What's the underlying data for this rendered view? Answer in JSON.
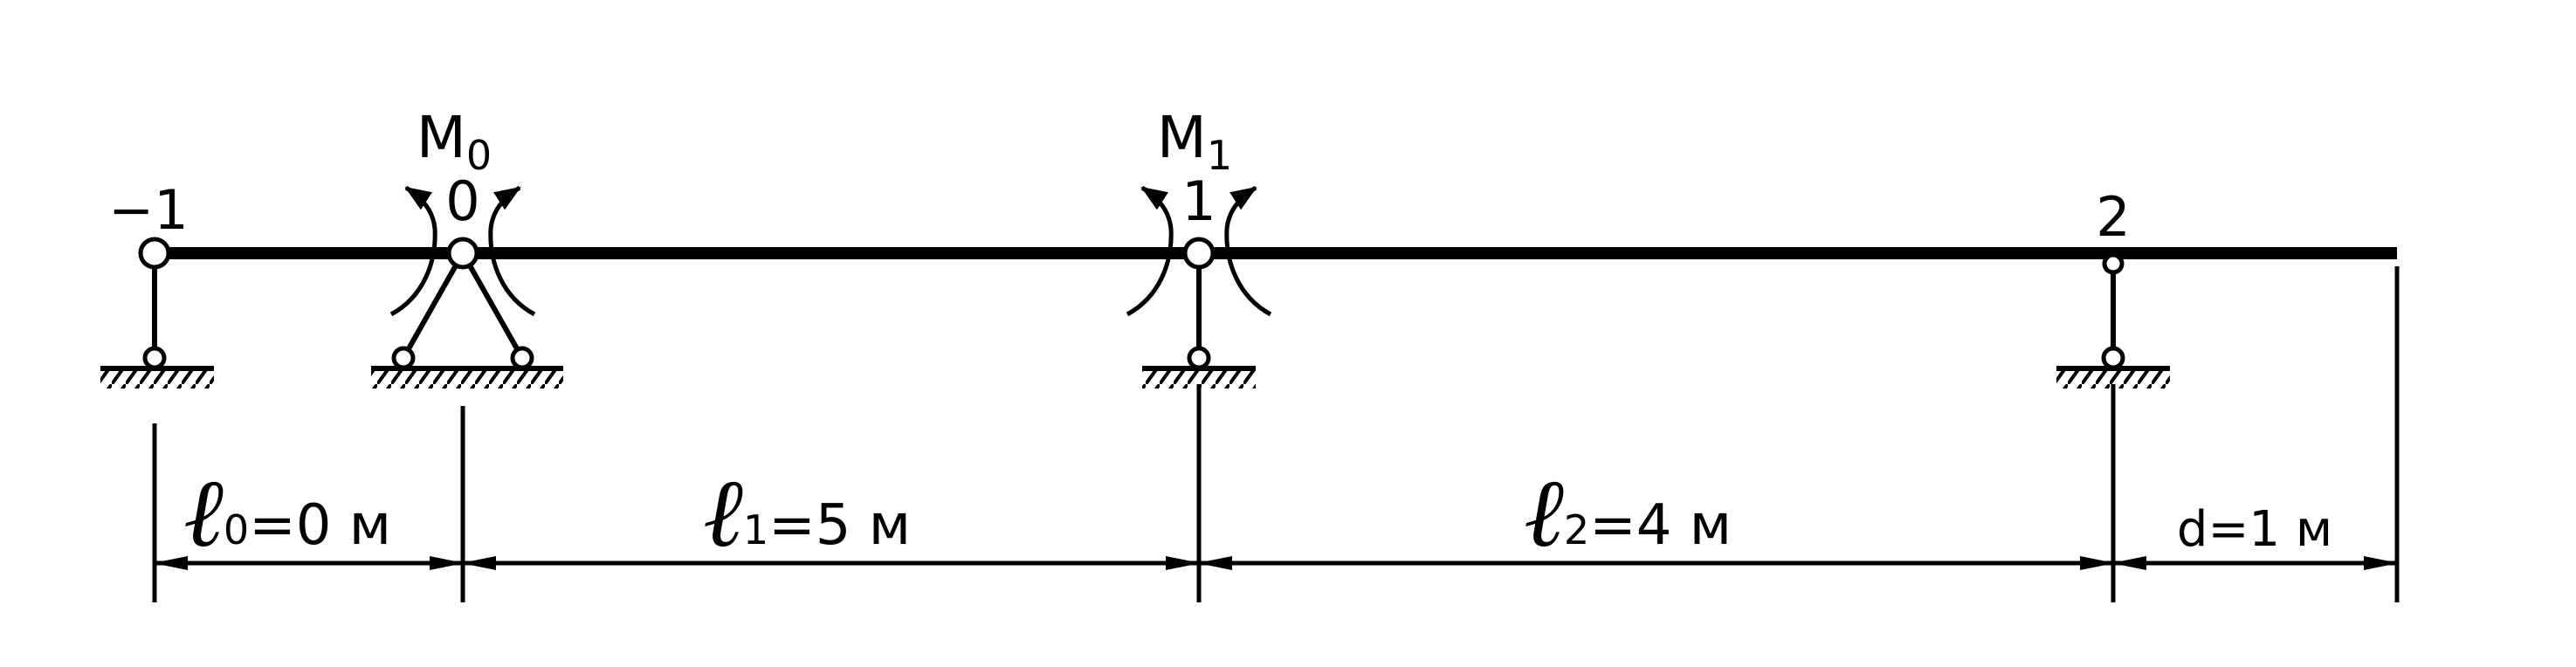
{
  "nodes": [
    {
      "label": "−1"
    },
    {
      "label": "0"
    },
    {
      "label": "1"
    },
    {
      "label": "2"
    }
  ],
  "moments": [
    {
      "letter": "M",
      "index": "0"
    },
    {
      "letter": "M",
      "index": "1"
    }
  ],
  "spans": [
    {
      "symbol": "ℓ",
      "index": "0",
      "value": "=0 м"
    },
    {
      "symbol": "ℓ",
      "index": "1",
      "value": "=5 м"
    },
    {
      "symbol": "ℓ",
      "index": "2",
      "value": "=4 м"
    }
  ],
  "overhang": {
    "label": "d=1 м"
  },
  "colors": {
    "ink": "#000000",
    "paper": "#ffffff"
  }
}
